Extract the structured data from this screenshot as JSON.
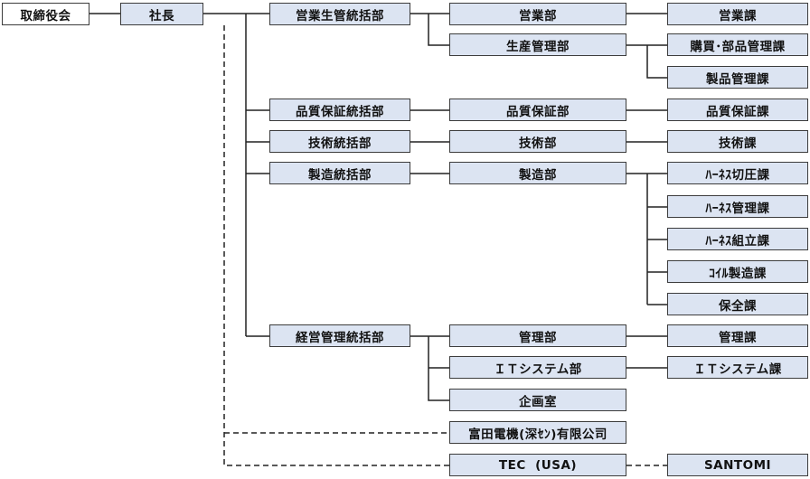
{
  "org": {
    "board": "取締役会",
    "president": "社長",
    "div_sales": "営業生管統括部",
    "dept_sales": "営業部",
    "sec_sales": "営業課",
    "dept_prodctrl": "生産管理部",
    "sec_purchasing": "購買･部品管理課",
    "sec_product_mgmt": "製品管理課",
    "div_qa": "品質保証統括部",
    "dept_qa": "品質保証部",
    "sec_qa": "品質保証課",
    "div_tech": "技術統括部",
    "dept_tech": "技術部",
    "sec_tech": "技術課",
    "div_mfg": "製造統括部",
    "dept_mfg": "製造部",
    "sec_harness_cut": "ﾊｰﾈｽ切圧課",
    "sec_harness_mgmt": "ﾊｰﾈｽ管理課",
    "sec_harness_asm": "ﾊｰﾈｽ組立課",
    "sec_coil": "ｺｲﾙ製造課",
    "sec_maintenance": "保全課",
    "div_admin": "経営管理統括部",
    "dept_admin": "管理部",
    "sec_admin": "管理課",
    "dept_it": "ＩＴシステム部",
    "sec_it": "ＩＴシステム課",
    "dept_planning": "企画室",
    "subsidiary_china": "富田電機(深ｾﾝ)有限公司",
    "subsidiary_usa": "TEC  (USA)",
    "subsidiary_santomi": "SANTOMI"
  },
  "colors": {
    "box_fill": "#dce4f2",
    "border": "#3c3c3c",
    "line": "#222222"
  }
}
